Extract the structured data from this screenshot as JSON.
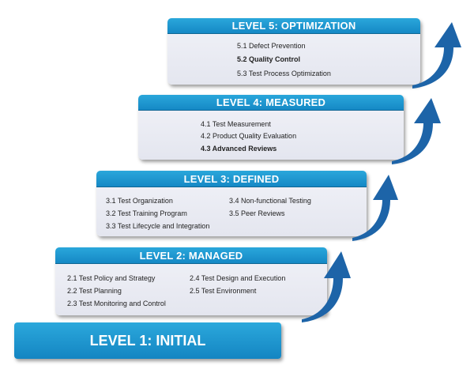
{
  "levels": [
    {
      "title": "LEVEL 5: OPTIMIZATION",
      "items": [
        "5.1 Defect Prevention",
        "5.2 Quality Control",
        "5.3 Test Process Optimization"
      ]
    },
    {
      "title": "LEVEL 4: MEASURED",
      "items": [
        "4.1 Test Measurement",
        "4.2 Product Quality Evaluation",
        "4.3 Advanced Reviews"
      ]
    },
    {
      "title": "LEVEL 3: DEFINED",
      "items": [
        "3.1 Test Organization",
        "3.2 Test Training Program",
        "3.3 Test Lifecycle and Integration",
        "3.4 Non-functional Testing",
        "3.5 Peer Reviews"
      ]
    },
    {
      "title": "LEVEL 2: MANAGED",
      "items": [
        "2.1 Test Policy and Strategy",
        "2.2 Test Planning",
        "2.3 Test Monitoring and Control",
        "2.4 Test Design and Execution",
        "2.5 Test Environment"
      ]
    },
    {
      "title": "LEVEL 1: INITIAL",
      "items": []
    }
  ],
  "colors": {
    "header_blue": "#1a96d1",
    "arrow_blue": "#1d64a8",
    "card_bg": "#e8e9f1"
  }
}
